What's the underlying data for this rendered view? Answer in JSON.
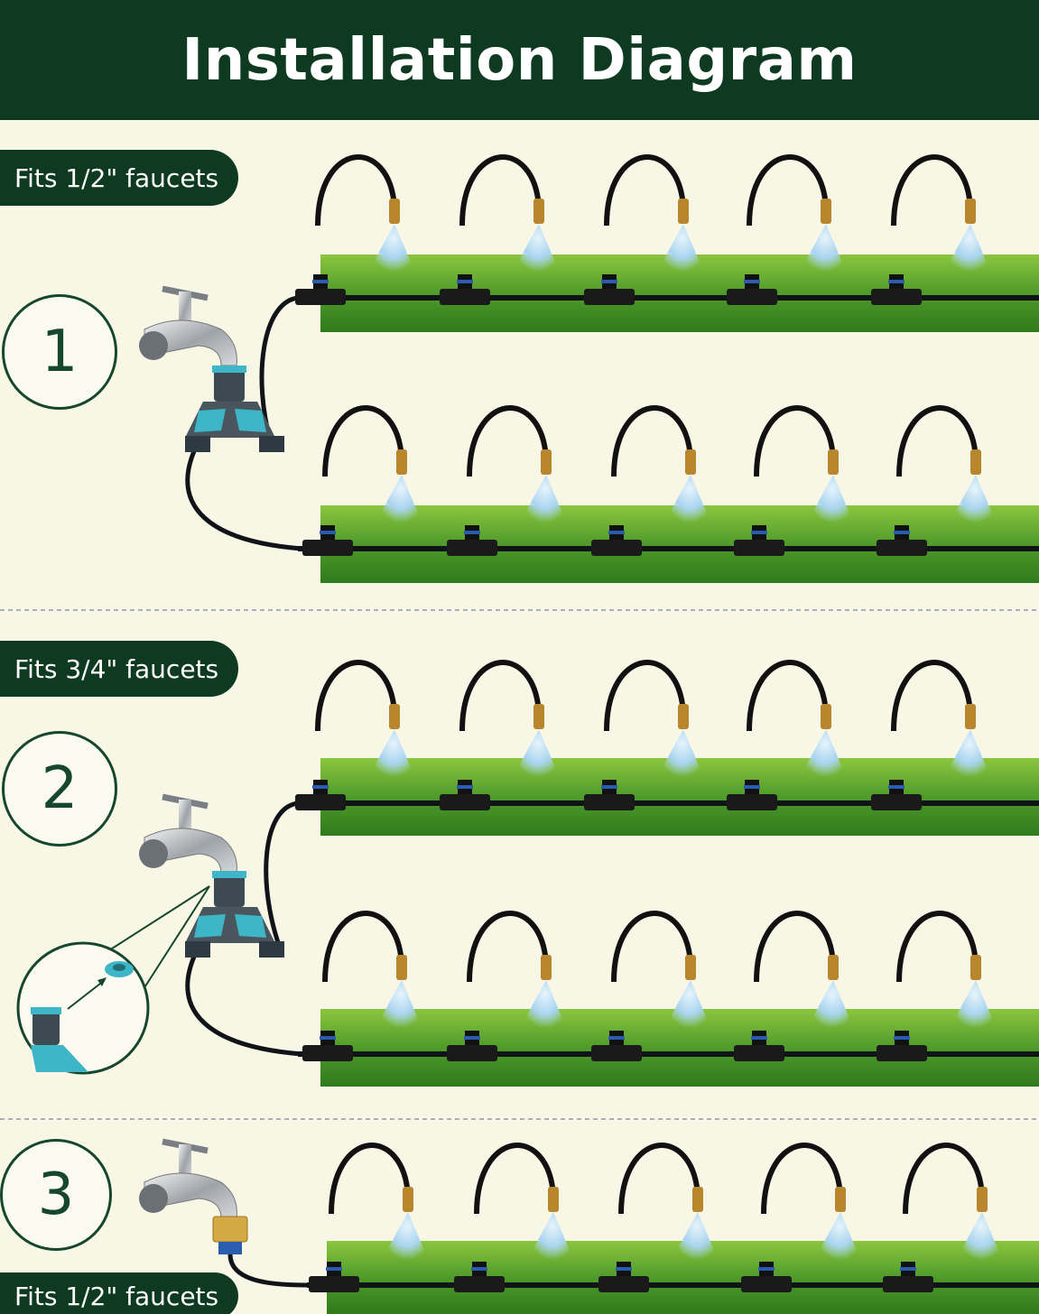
{
  "header": {
    "title": "Installation Diagram"
  },
  "sections": [
    {
      "number": "1",
      "badge": "Fits 1/2\" faucets"
    },
    {
      "number": "2",
      "badge": "Fits 3/4\" faucets"
    },
    {
      "number": "3",
      "badge": "Fits 1/2\" faucets"
    }
  ],
  "colors": {
    "header_bg": "#0d3a20",
    "background": "#f8f7e6",
    "grass": "#4f9b2a",
    "hose": "#101418",
    "mist": "#a9d4ef",
    "splitter": "#3fb6c8"
  },
  "icons": [
    "faucet-icon",
    "y-splitter-icon",
    "brass-adapter-icon",
    "mist-nozzle-icon",
    "tee-connector-icon",
    "washer-icon"
  ]
}
